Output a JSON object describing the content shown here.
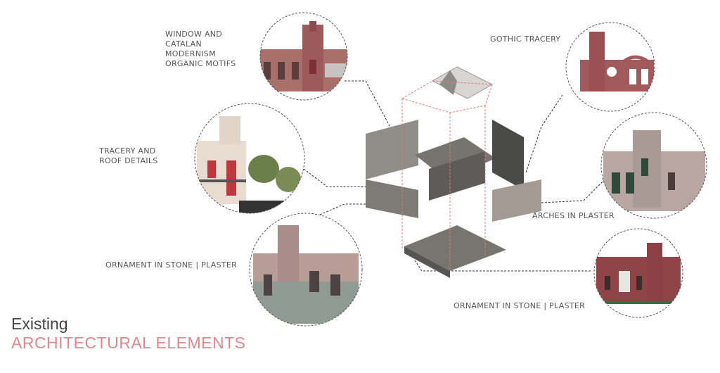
{
  "title": {
    "line1": "Existing",
    "line2": "ARCHITECTURAL ELEMENTS"
  },
  "labels": {
    "window_motifs": [
      "WINDOW AND",
      "CATALAN",
      "MODERNISM",
      "ORGANIC MOTIFS"
    ],
    "tracery_roof": [
      "TRACERY AND",
      "ROOF DETAILS"
    ],
    "ornament_left": "ORNAMENT IN STONE | PLASTER",
    "gothic_tracery": "GOTHIC TRACERY",
    "arches_plaster": "ARCHES IN PLASTER",
    "ornament_right": "ORNAMENT IN STONE | PLASTER"
  },
  "colors": {
    "accent": "#e0878d",
    "text": "#555555",
    "brick": "#9c5a5a",
    "stone": "#8a8a86"
  }
}
